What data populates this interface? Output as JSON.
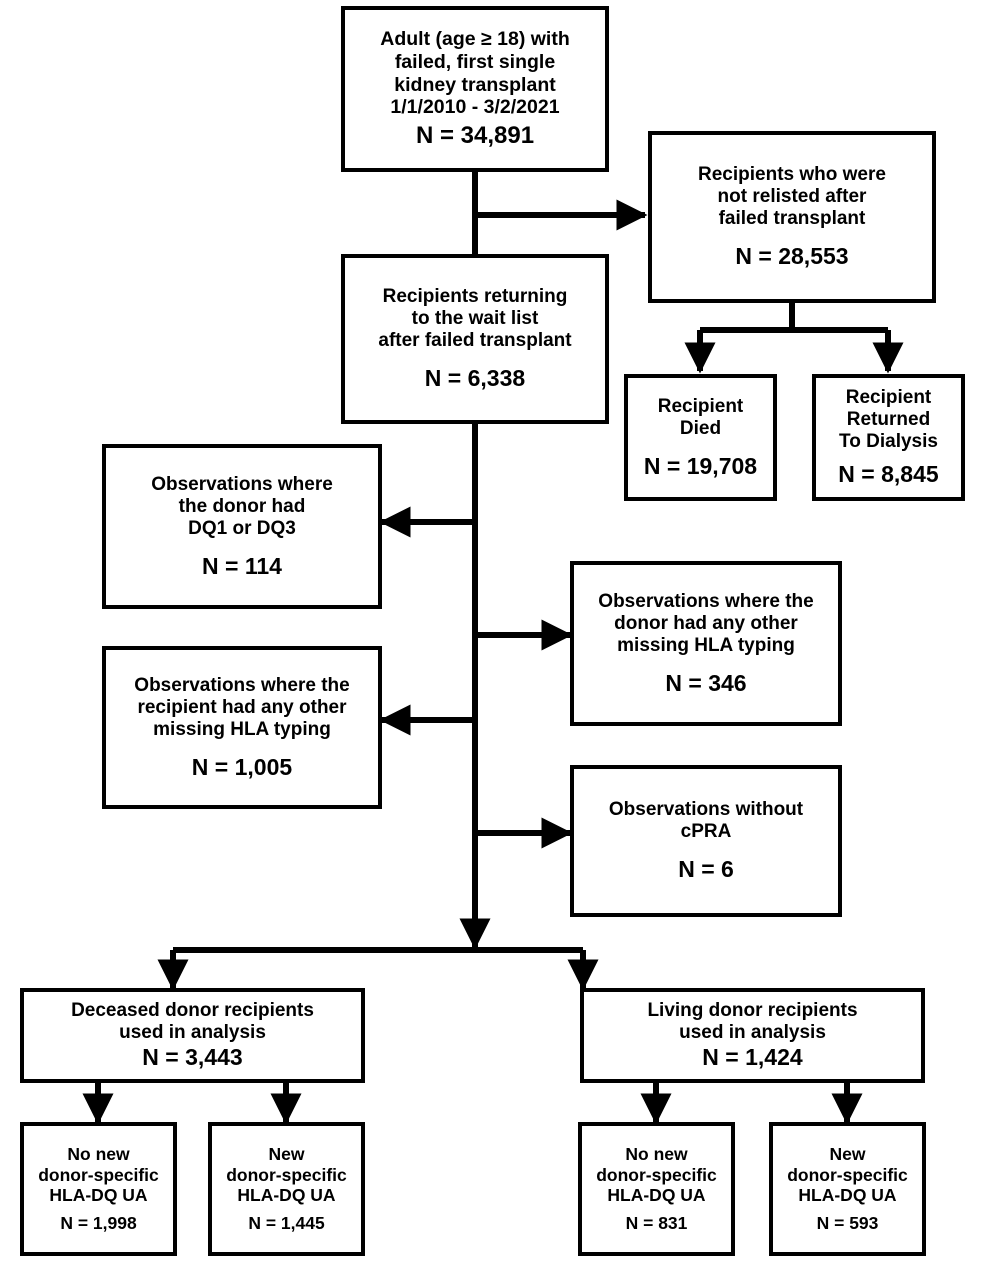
{
  "diagram": {
    "type": "flowchart",
    "title": "Study cohort selection flow diagram",
    "stroke_color": "#000000",
    "fill_color": "#ffffff",
    "text_color": "#000000"
  },
  "nodes": {
    "cohort_total": {
      "title": "Adult (age ≥ 18) with\nfailed, first single\nkidney transplant\n1/1/2010 - 3/2/2021",
      "count": "N = 34,891"
    },
    "not_relisted": {
      "title": "Recipients who were\nnot relisted after\nfailed transplant",
      "count": "N = 28,553"
    },
    "returning_waitlist": {
      "title": "Recipients returning\nto the wait list\nafter failed transplant",
      "count": "N = 6,338"
    },
    "recipient_died": {
      "title": "Recipient\nDied",
      "count": "N = 19,708"
    },
    "returned_dialysis": {
      "title": "Recipient\nReturned\nTo Dialysis",
      "count": "N = 8,845"
    },
    "donor_dq1_dq3": {
      "title": "Observations where\nthe donor had\nDQ1 or DQ3",
      "count": "N = 114"
    },
    "donor_missing_hla": {
      "title": "Observations where the\ndonor had any other\nmissing HLA typing",
      "count": "N = 346"
    },
    "recipient_missing_hla": {
      "title": "Observations where the\nrecipient had any other\nmissing HLA typing",
      "count": "N = 1,005"
    },
    "without_cpra": {
      "title": "Observations without\ncPRA",
      "count": "N = 6"
    },
    "deceased_donor": {
      "title": "Deceased donor recipients\nused in analysis",
      "count": "N = 3,443"
    },
    "living_donor": {
      "title": "Living donor recipients\nused in analysis",
      "count": "N = 1,424"
    },
    "dd_no_new_dsa": {
      "title": "No new\ndonor-specific\nHLA-DQ UA",
      "count": "N = 1,998"
    },
    "dd_new_dsa": {
      "title": "New\ndonor-specific\nHLA-DQ UA",
      "count": "N = 1,445"
    },
    "ld_no_new_dsa": {
      "title": "No new\ndonor-specific\nHLA-DQ UA",
      "count": "N = 831"
    },
    "ld_new_dsa": {
      "title": "New\ndonor-specific\nHLA-DQ UA",
      "count": "N = 593"
    }
  }
}
